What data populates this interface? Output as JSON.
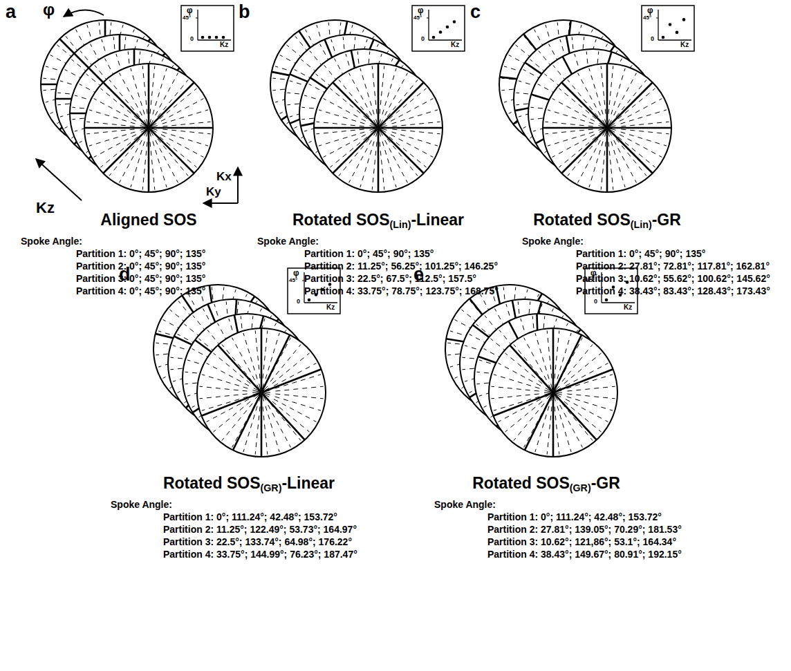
{
  "diagram": {
    "labels": [
      "a",
      "φ",
      "Kz",
      "Kx",
      "Ky",
      "φ",
      "45°",
      "0",
      "Kz",
      "Aligned SOS",
      "Spoke Angle:",
      "Partition 1: 0°; 45°; 90°; 135°",
      "Partition 2: 0°; 45°; 90°; 135°",
      "Partition 3: 0°; 45°; 90°; 135°",
      "Partition 4: 0°; 45°; 90°; 135°",
      "b",
      "φ",
      "45°",
      "0",
      "Kz",
      "Rotated SOS(Lin)-Linear",
      "Spoke Angle:",
      "Partition 1: 0°; 45°; 90°; 135°",
      "Partition 2: 11.25°; 56.25°; 101.25°; 146.25°",
      "Partition 3: 22.5°; 67.5°; 112.5°; 157.5°",
      "Partition 4: 33.75°; 78.75°; 123.75°; 168.75°",
      "c",
      "φ",
      "45°",
      "0",
      "Kz",
      "Rotated SOS(Lin)-GR",
      "Spoke Angle:",
      "Partition 1: 0°; 45°; 90°; 135°",
      "Partition 2: 27.81°; 72.81°; 117.81°; 162.81°",
      "Partition 3: 10.62°; 55.62°; 100.62°; 145.62°",
      "Partition 4: 38.43°; 83.43°; 128.43°; 173.43°",
      "d",
      "φ",
      "45°",
      "0",
      "Kz",
      "Rotated SOS(GR)-Linear",
      "Spoke Angle:",
      "Partition 1: 0°; 111.24°; 42.48°; 153.72°",
      "Partition 2: 11.25°; 122.49°; 53.73°; 164.97°",
      "Partition 3: 22.5°; 133.74°; 64.98°; 176.22°",
      "Partition 4: 33.75°; 144.99°; 76.23°; 187.47°",
      "e",
      "φ",
      "45°",
      "0",
      "Kz",
      "Rotated SOS(GR)-GR",
      "Spoke Angle:",
      "Partition 1: 0°; 111.24°; 42.48°; 153.72°",
      "Partition 2: 27.81°; 139.05°; 70.29°; 181.53°",
      "Partition 3: 10.62°; 121,86°; 53.1°; 164.34°",
      "Partition 4: 38.43°; 149.67°; 80.91°; 192.15°"
    ]
  }
}
